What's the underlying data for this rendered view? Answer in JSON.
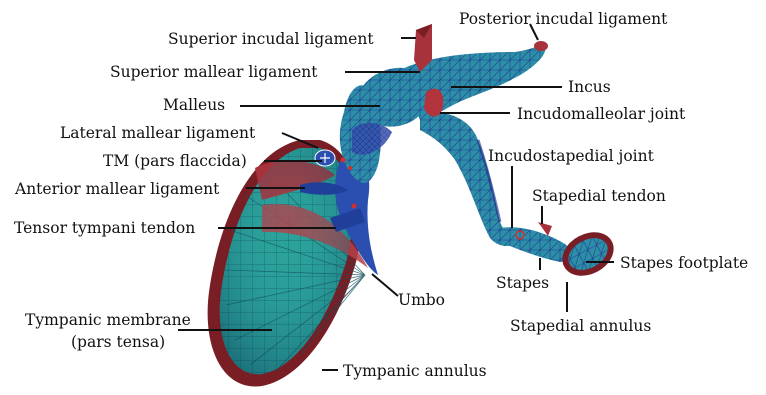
{
  "labels": {
    "posterior_incudal_ligament": "Posterior incudal ligament",
    "superior_incudal_ligament": "Superior incudal ligament",
    "superior_mallear_ligament": "Superior mallear ligament",
    "incus": "Incus",
    "malleus": "Malleus",
    "incudomalleolar_joint": "Incudomalleolar joint",
    "lateral_mallear_ligament": "Lateral mallear ligament",
    "tm_pars_flaccida": "TM (pars flaccida)",
    "incudostapedial_joint": "Incudostapedial joint",
    "anterior_mallear_ligament": "Anterior mallear ligament",
    "stapedial_tendon": "Stapedial tendon",
    "tensor_tympani_tendon": "Tensor tympani tendon",
    "stapes_footplate": "Stapes footplate",
    "stapes": "Stapes",
    "umbo": "Umbo",
    "tympanic_membrane_line1": "Tympanic membrane",
    "tympanic_membrane_line2": "(pars tensa)",
    "stapedial_annulus": "Stapedial annulus",
    "tympanic_annulus": "Tympanic annulus"
  },
  "colors": {
    "bone_teal": "#2a9a9a",
    "bone_blue": "#2b3a9e",
    "membrane_teal": "#2fa39b",
    "ligament_red": "#a8323c",
    "annulus_dark_red": "#7a1e26",
    "leader_line": "#111111"
  }
}
